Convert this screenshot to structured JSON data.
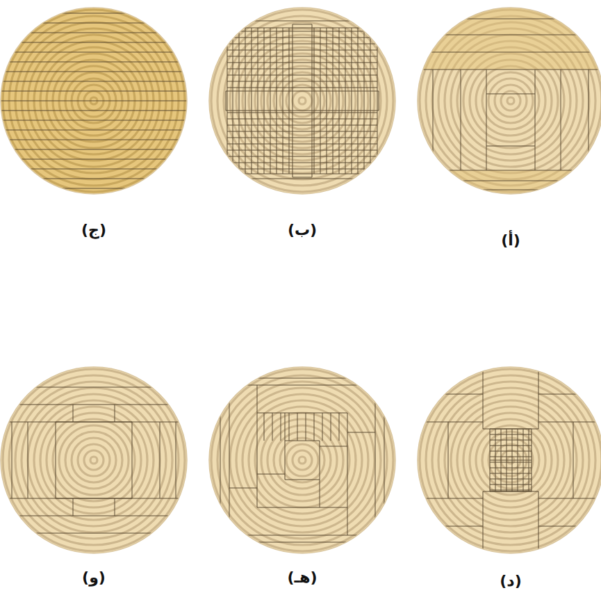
{
  "diagram": {
    "labels": [
      "(أ)",
      "(ب)",
      "(ج)",
      "(د)",
      "(هـ)",
      "(و)"
    ]
  }
}
